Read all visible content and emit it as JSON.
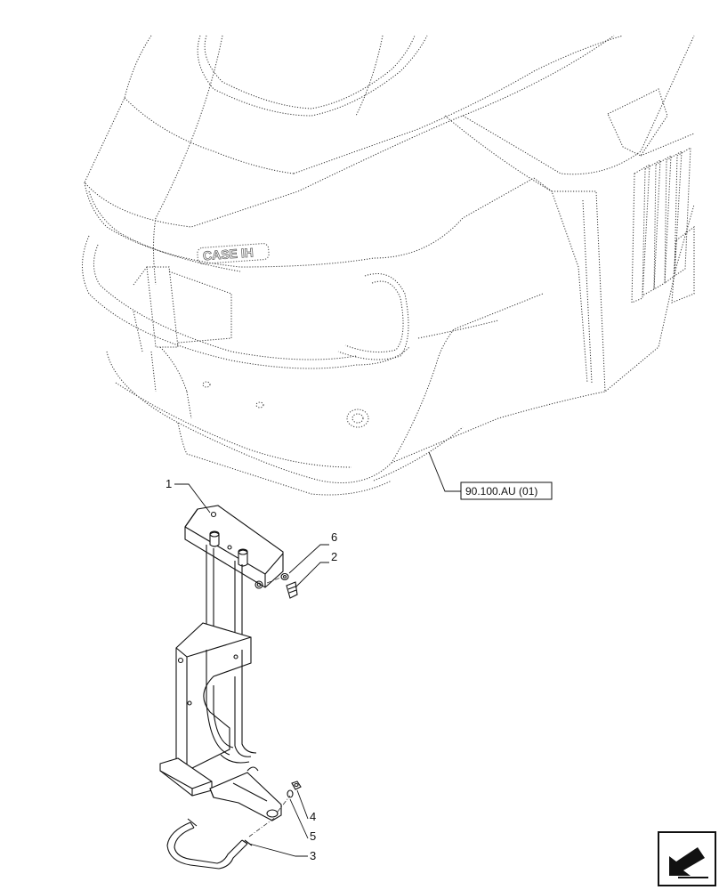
{
  "callouts": [
    {
      "id": "1",
      "label": "1"
    },
    {
      "id": "6",
      "label": "6"
    },
    {
      "id": "2",
      "label": "2"
    },
    {
      "id": "4",
      "label": "4"
    },
    {
      "id": "5",
      "label": "5"
    },
    {
      "id": "3",
      "label": "3"
    }
  ],
  "reference": {
    "label": "90.100.AU (01)"
  },
  "logo_text": "CASE IH",
  "nav_icon": "back-arrow-icon"
}
